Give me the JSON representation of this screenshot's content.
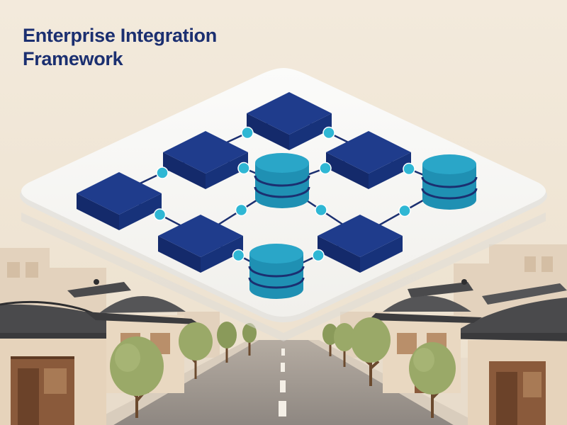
{
  "title": {
    "line1": "Enterprise Integration",
    "line2": "Framework"
  },
  "colors": {
    "background": "#f2e8da",
    "title": "#1b2f70",
    "platform": "#f7f6f3",
    "service_block": "#1f3c8c",
    "database": "#2aa6c8",
    "connector": "#2fb7d4",
    "link": "#1b2f70"
  },
  "diagram": {
    "nodes": [
      {
        "id": "service-top",
        "kind": "service"
      },
      {
        "id": "service-upper-left",
        "kind": "service"
      },
      {
        "id": "service-upper-right",
        "kind": "service"
      },
      {
        "id": "service-left",
        "kind": "service"
      },
      {
        "id": "service-lower-left",
        "kind": "service"
      },
      {
        "id": "service-lower-right",
        "kind": "service"
      },
      {
        "id": "database-center",
        "kind": "database"
      },
      {
        "id": "database-right",
        "kind": "database"
      },
      {
        "id": "database-bottom",
        "kind": "database"
      }
    ],
    "edges": [
      [
        "service-top",
        "service-upper-left"
      ],
      [
        "service-top",
        "service-upper-right"
      ],
      [
        "service-upper-left",
        "service-left"
      ],
      [
        "service-upper-left",
        "database-center"
      ],
      [
        "service-upper-right",
        "database-center"
      ],
      [
        "service-upper-right",
        "database-right"
      ],
      [
        "service-left",
        "service-lower-left"
      ],
      [
        "service-lower-left",
        "database-center"
      ],
      [
        "service-lower-left",
        "database-bottom"
      ],
      [
        "database-center",
        "service-lower-right"
      ],
      [
        "service-lower-right",
        "database-right"
      ],
      [
        "service-lower-right",
        "database-bottom"
      ]
    ]
  },
  "scene_icons": [
    "hanok-roof-building-icon",
    "tree-icon",
    "road-icon",
    "floating-platform-icon"
  ]
}
